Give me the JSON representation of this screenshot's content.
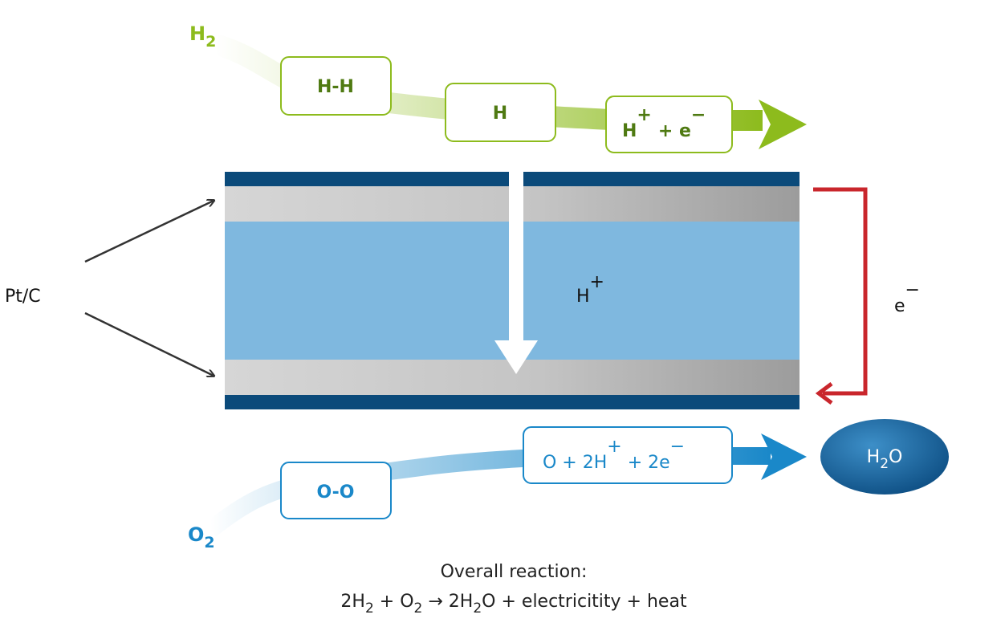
{
  "anode": {
    "gas": {
      "main": "H",
      "sub": "2"
    },
    "box1": "H-H",
    "box2": "H",
    "box3": {
      "proton": "H",
      "proton_sup": "+",
      "plus": "+ e",
      "electron_sup": "−"
    }
  },
  "catalyst": {
    "label": "Pt/C"
  },
  "membrane": {
    "ion": "H",
    "ion_sup": "+"
  },
  "circuit": {
    "electron": "e",
    "electron_sup": "−"
  },
  "cathode": {
    "gas": {
      "main": "O",
      "sub": "2"
    },
    "box1": "O-O",
    "box2": {
      "a": "O + 2H",
      "a_sup": "+",
      "b": " + 2e",
      "b_sup": "−"
    },
    "product": {
      "main": "H",
      "sub": "2",
      "tail": "O"
    }
  },
  "overall": {
    "title": "Overall reaction:",
    "equation": {
      "p1": "2H",
      "s1": "2",
      "p2": " + O",
      "s2": "2",
      "p3": " → 2H",
      "s3": "2",
      "p4": "O + electricitity + heat"
    }
  },
  "colors": {
    "anode_green": "#8dbb1d",
    "anode_text": "#4f7a12",
    "cathode_blue": "#1a88c9",
    "navy": "#0b4a7a",
    "membrane": "#7fb8df",
    "circuit_red": "#c9262c",
    "arrow_dark": "#333333"
  }
}
